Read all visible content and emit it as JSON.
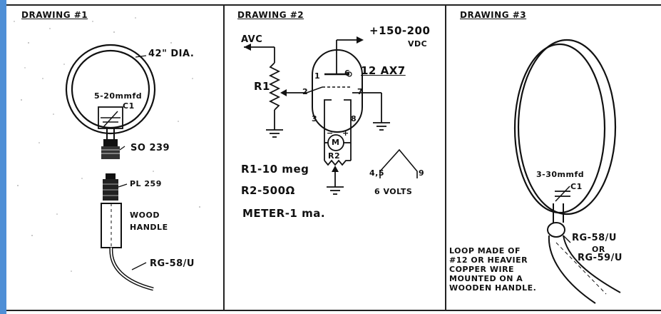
{
  "drawing1": {
    "title": "DRAWING #1",
    "dia": "42\" DIA.",
    "cap_value": "5-20mmfd",
    "cap_name": "C1",
    "connector1": "SO 239",
    "connector2": "PL 259",
    "handle_line1": "WOOD",
    "handle_line2": "HANDLE",
    "cable": "RG-58/U"
  },
  "drawing2": {
    "title": "DRAWING #2",
    "voltage_line1": "+150-200",
    "voltage_line2": "VDC",
    "avc": "AVC",
    "r1": "R1",
    "tube": "12 AX7",
    "pin1": "1",
    "pin2": "2",
    "pin3": "3",
    "pin6": "6",
    "pin7": "7",
    "pin8": "8",
    "meter": "M",
    "r2": "R2",
    "plus": "+",
    "minus": "−",
    "legend_r1": "R1-10 meg",
    "legend_r2": "R2-500Ω",
    "legend_meter": "METER-1 ma.",
    "heater_pins": "4,5",
    "heater_pin9": "9",
    "heater_volts": "6 VOLTS"
  },
  "drawing3": {
    "title": "DRAWING #3",
    "cap_value": "3-30mmfd",
    "cap_name": "C1",
    "cable_line1": "RG-58/U",
    "cable_line2": "OR",
    "cable_line3": "RG-59/U",
    "note_lines": [
      "LOOP MADE OF",
      "#12 OR HEAVIER",
      "COPPER WIRE",
      "MOUNTED ON A",
      "WOODEN HANDLE."
    ]
  }
}
